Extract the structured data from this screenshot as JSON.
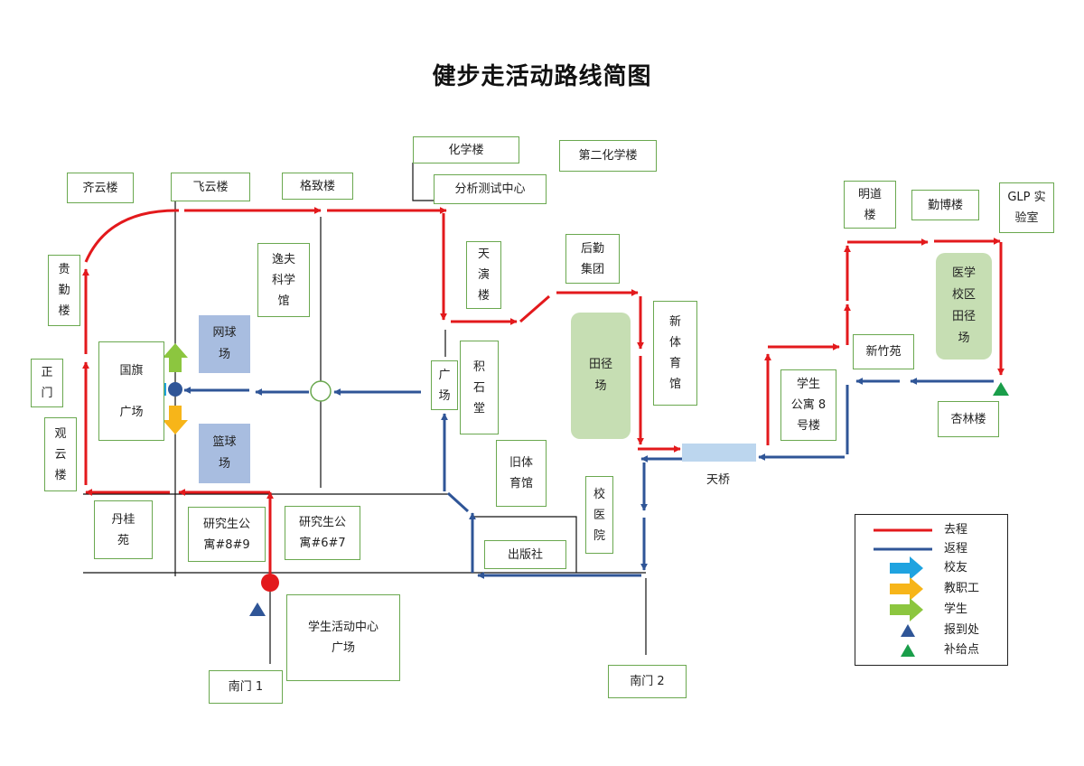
{
  "title": "健步走活动路线简图",
  "buildings": {
    "qiyun": "齐云楼",
    "feiyun": "飞云楼",
    "gezhi": "格致楼",
    "huaxue": "化学楼",
    "fenxi": "分析测试中心",
    "dierhuaxue": "第二化学楼",
    "guiqin": "贵\n勤\n楼",
    "zhengmen": "正\n门",
    "guanyun": "观\n云\n楼",
    "yifu": "逸夫\n科学\n馆",
    "tianyan": "天\n演\n楼",
    "houqin": "后勤\n集团",
    "guoqi": "国旗\n\n广场",
    "guangchang": "广\n场",
    "jishi": "积\n石\n堂",
    "xinti": "新\n体\n育\n馆",
    "jiuti": "旧体\n育馆",
    "xiaoyi": "校\n医\n院",
    "chuban": "出版社",
    "dangui": "丹桂\n苑",
    "yjs89": "研究生公\n寓#8#9",
    "yjs67": "研究生公\n寓#6#7",
    "xuesheng_center": "学生活动中心\n广场",
    "nanmen1": "南门 1",
    "nanmen2": "南门 2",
    "mingdao": "明道\n楼",
    "qinbo": "勤博楼",
    "glp": "GLP 实\n验室",
    "xinzhu": "新竹苑",
    "xsgy8": "学生\n公寓 8\n号楼",
    "xinglin": "杏林楼"
  },
  "fields": {
    "wangqiu": "网球\n场",
    "lanqiu": "篮球\n场",
    "tianjing": "田径\n场",
    "yixue": "医学\n校区\n田径\n场"
  },
  "bridge": "天桥",
  "colors": {
    "outbound": "#e3191c",
    "return": "#2f5597",
    "alumni": "#1fa3e0",
    "staff": "#f7b519",
    "student": "#8cc63f",
    "supply": "#1a9e4a",
    "building_border": "#6aa84f",
    "road": "#111111"
  },
  "legend": {
    "outbound": "去程",
    "return": "返程",
    "alumni": "校友",
    "staff": "教职工",
    "student": "学生",
    "checkin": "报到处",
    "supply": "补给点"
  }
}
